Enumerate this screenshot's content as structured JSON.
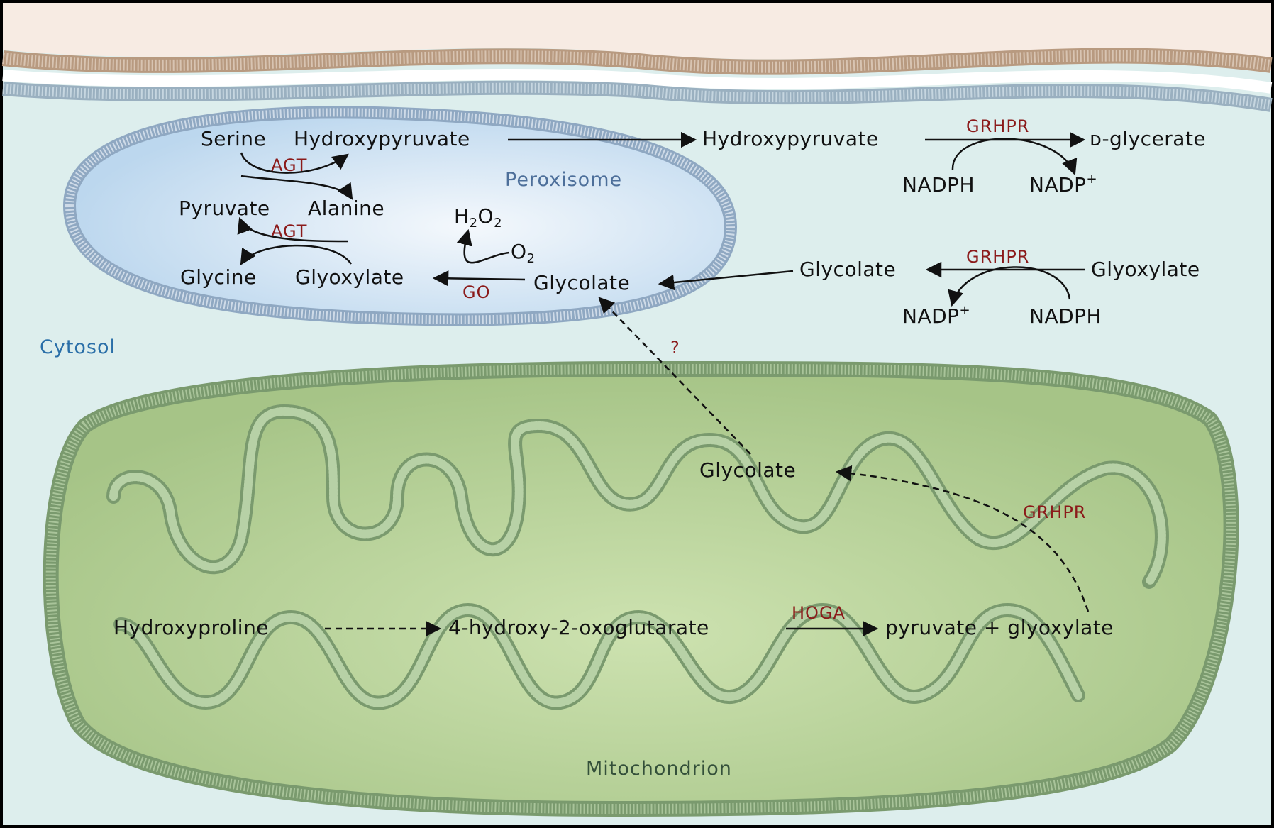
{
  "compartments": {
    "peroxisome": "Peroxisome",
    "cytosol": "Cytosol",
    "mitochondrion": "Mitochondrion"
  },
  "metabolites": {
    "serine": "Serine",
    "hydroxypyruvate_perox": "Hydroxypyruvate",
    "pyruvate": "Pyruvate",
    "alanine": "Alanine",
    "glycine": "Glycine",
    "glyoxylate_perox": "Glyoxylate",
    "h2o2": "H2O2",
    "o2": "O2",
    "glycolate_perox": "Glycolate",
    "hydroxypyruvate_cyto": "Hydroxypyruvate",
    "d_glycerate": "ᴅ-glycerate",
    "nadph_top": "NADPH",
    "nadp_top": "NADP+",
    "glycolate_cyto": "Glycolate",
    "glyoxylate_cyto": "Glyoxylate",
    "nadp_bottom": "NADP+",
    "nadph_bottom": "NADPH",
    "glycolate_mito": "Glycolate",
    "hydroxyproline": "Hydroxyproline",
    "hoga_substrate": "4-hydroxy-2-oxoglutarate",
    "pyruvate_glyoxylate": "pyruvate + glyoxylate"
  },
  "enzymes": {
    "agt_top": "AGT",
    "agt_mid": "AGT",
    "go": "GO",
    "grhpr_top": "GRHPR",
    "grhpr_mid": "GRHPR",
    "grhpr_mito": "GRHPR",
    "hoga": "HOGA",
    "unknown_transport": "?"
  },
  "colors": {
    "cytosol_bg": "#ddeeed",
    "extracellular": "#f7ebe3",
    "cell_wall": "#b89a80",
    "membrane": "#9ab0c0",
    "peroxisome_fill": "#cfe3f3",
    "peroxisome_membrane": "#8fa8c2",
    "mito_fill": "#b2cf94",
    "mito_membrane": "#7a9a6e",
    "enzyme": "#8b1a1a",
    "compartment_label_blue": "#2a6fa8",
    "compartment_label_green": "#34503a"
  }
}
